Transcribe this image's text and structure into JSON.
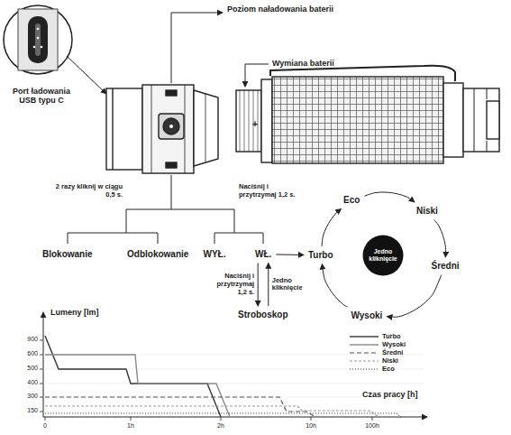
{
  "diagram": {
    "nodes": [
      {
        "text": [
          "Blokowanie"
        ]
      },
      {
        "text": [
          "Odblokowanie"
        ]
      },
      {
        "text": [
          "WYŁ."
        ]
      },
      {
        "text": [
          "WŁ."
        ]
      },
      {
        "text": [
          "Turbo"
        ]
      },
      {
        "text": [
          "Stroboskop"
        ]
      },
      {
        "text": [
          "Jedno kliknięcie"
        ]
      },
      {
        "text": [
          "Eco"
        ]
      },
      {
        "text": [
          "Niski"
        ]
      },
      {
        "text": [
          "Średni"
        ]
      },
      {
        "text": [
          "Wysoki"
        ]
      }
    ],
    "edges": [
      {
        "from": 3,
        "to": 4,
        "arrow": "to"
      },
      {
        "from": 3,
        "to": 5,
        "label": "Naciśnij i przytrzymaj 1,2 s.",
        "arrow": "to"
      },
      {
        "from": 5,
        "to": 3,
        "label": "Jedno kliknięcie",
        "arrow": "to"
      },
      {
        "from": 4,
        "to": 7,
        "arrow": "to"
      },
      {
        "from": 7,
        "to": 8,
        "arrow": "to"
      },
      {
        "from": 8,
        "to": 9,
        "arrow": "to"
      },
      {
        "from": 9,
        "to": 10,
        "arrow": "to"
      },
      {
        "from": 10,
        "to": 4,
        "arrow": "to"
      }
    ],
    "labels": [
      "Poziom naładowania baterii",
      "Wymiana baterii",
      "Port ładowania USB typu C",
      "+",
      "2 razy kliknij w ciągu 0,5 s.",
      "Naciśnij i przytrzymaj 1,2 s.",
      "Lumeny [lm]",
      "Czas pracy [h]",
      "900",
      "600",
      "500",
      "400",
      "300",
      "150",
      "0",
      "1h",
      "2h",
      "10h",
      "100h"
    ],
    "legend": [
      {
        "text": "Turbo"
      },
      {
        "text": "Wysoki"
      },
      {
        "text": "Średni"
      },
      {
        "text": "Niski"
      },
      {
        "text": "Eco"
      }
    ]
  }
}
